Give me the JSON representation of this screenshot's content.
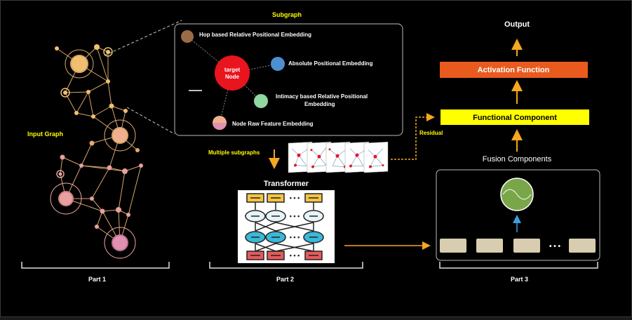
{
  "colors": {
    "background": "#000000",
    "yellow_text": "#ffff00",
    "accent_orange": "#f5a623",
    "activation_fill": "#e85a1e",
    "functional_fill": "#ffff00",
    "graph_line": "#d9a66a",
    "node_pink": "#e9a0a0",
    "target_red": "#e8141e",
    "hop_brown": "#9b6b45",
    "abs_blue": "#4d8fd0",
    "intimacy_green": "#8fd8a0",
    "fusion_box": "#d8cdb0",
    "wave_green": "#7aa64a"
  },
  "part1": {
    "input_graph_label": "Input Graph",
    "part_label": "Part 1"
  },
  "subgraph": {
    "title": "Subgraph",
    "target_node_line1": "target",
    "target_node_line2": "Node",
    "hop_label": "Hop based Relative Positional Embedding",
    "abs_label": "Absolute Positional Embedding",
    "intimacy_label_line1": "Intimacy based Relative Positional",
    "intimacy_label_line2": "Embedding",
    "raw_label": "Node Raw Feature Embedding"
  },
  "part2": {
    "multiple_subgraphs_label": "Multiple subgraphs",
    "transformer_label": "Transformer",
    "dots": "• • •",
    "part_label": "Part 2"
  },
  "part3": {
    "output_label": "Output",
    "activation_label": "Activation Function",
    "functional_label": "Functional Component",
    "fusion_label": "Fusion Components",
    "residual_label": "Residual",
    "dots": "• • •",
    "part_label": "Part 3"
  }
}
